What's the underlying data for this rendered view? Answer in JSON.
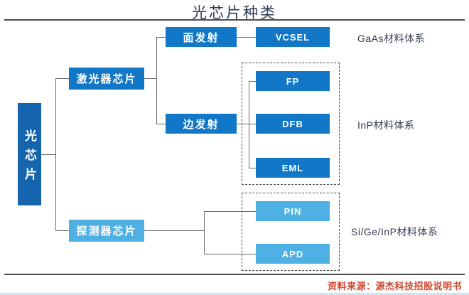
{
  "title": "光芯片种类",
  "source_note": "资料来源：源杰科技招股说明书",
  "diagram": {
    "root": {
      "label": "光芯片"
    },
    "laser": {
      "label": "激光器芯片",
      "surface": {
        "label": "面发射",
        "child": "VCSEL",
        "material": "GaAs材料体系"
      },
      "edge": {
        "label": "边发射",
        "children": [
          "FP",
          "DFB",
          "EML"
        ],
        "material": "InP材料体系"
      }
    },
    "detector": {
      "label": "探测器芯片",
      "children": [
        "PIN",
        "APD"
      ],
      "material": "Si/Ge/InP材料体系"
    }
  },
  "colors": {
    "root_box": "#1565ae",
    "laser_boxes": "#1177c6",
    "detector_boxes": "#4fb0e4",
    "source_text": "#cf4428",
    "title_text": "#2e3b52",
    "connector": "#6b6b6b"
  }
}
